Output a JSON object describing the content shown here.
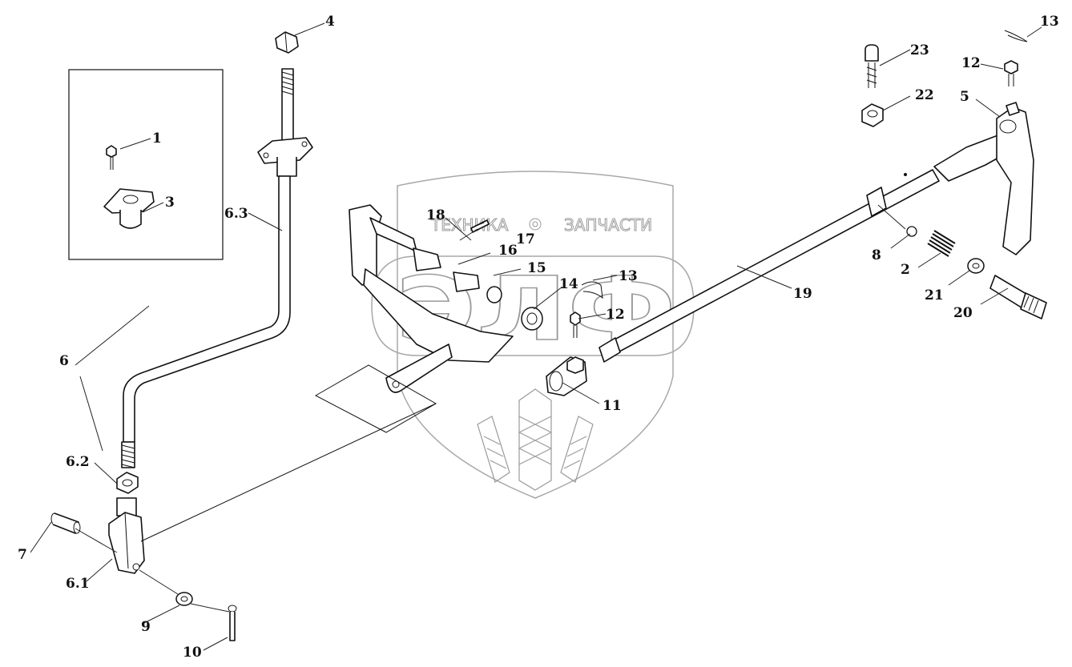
{
  "watermark": {
    "left_word": "ТЕХНИКА",
    "right_word": "ЗАПЧАСТИ",
    "big_text": "ЭЛФ"
  },
  "labels": {
    "l1": "1",
    "l2": "2",
    "l3": "3",
    "l4": "4",
    "l5": "5",
    "l6": "6",
    "l6_1": "6.1",
    "l6_2": "6.2",
    "l6_3": "6.3",
    "l7": "7",
    "l8": "8",
    "l9": "9",
    "l10": "10",
    "l11": "11",
    "l12_top": "12",
    "l12_mid": "12",
    "l13_top": "13",
    "l13_mid": "13",
    "l14": "14",
    "l15": "15",
    "l16": "16",
    "l17": "17",
    "l18": "18",
    "l19": "19",
    "l20": "20",
    "l21": "21",
    "l22": "22",
    "l23": "23"
  }
}
